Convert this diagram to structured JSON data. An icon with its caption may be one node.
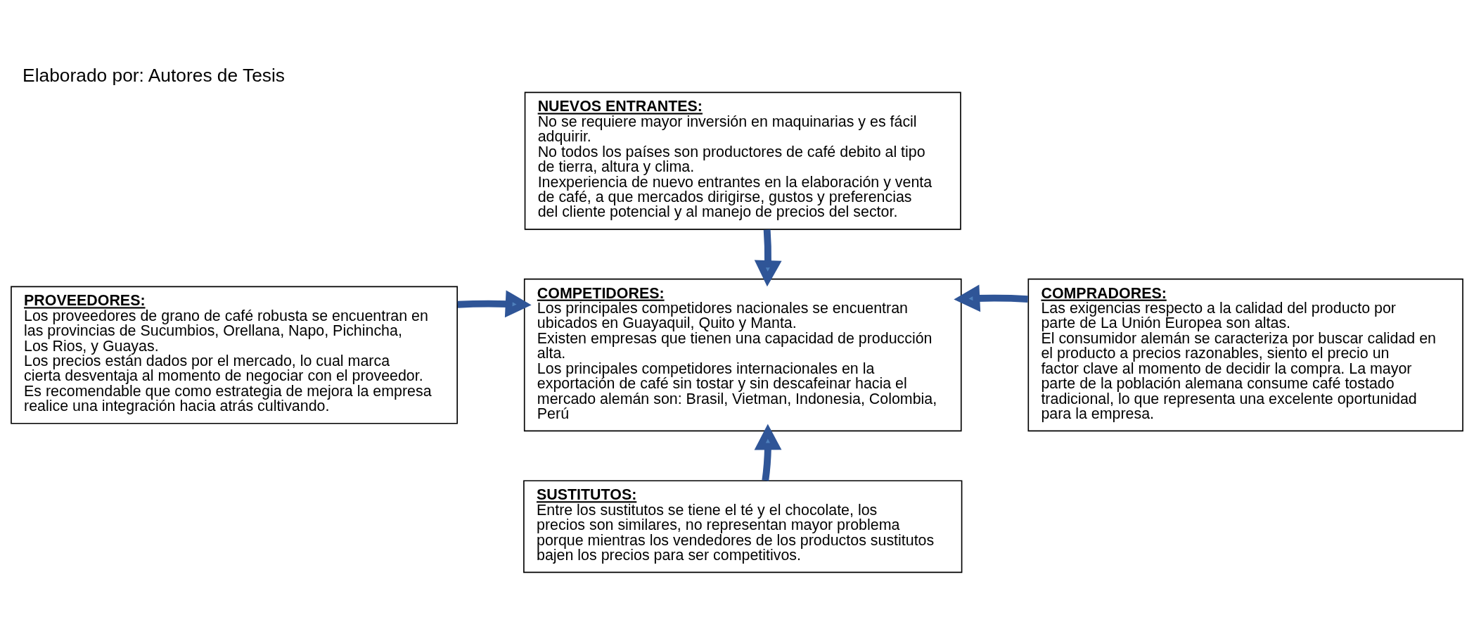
{
  "diagram": {
    "caption": "Elaborado por: Autores de Tesis",
    "nodes": [
      {
        "text": [
          "NUEVOS ENTRANTES:",
          "No se requiere mayor inversión en maquinarias y es fácil adquirir.",
          "No todos los países son productores de café debito al tipo de tierra, altura y clima.",
          "Inexperiencia de nuevo entrantes en la elaboración y venta de café, a que mercados dirigirse, gustos y preferencias del cliente potencial y al manejo de precios del sector."
        ]
      },
      {
        "text": [
          "PROVEEDORES:",
          "Los proveedores de grano de café robusta se encuentran en las provincias de Sucumbios, Orellana, Napo, Pichincha, Los Rios, y Guayas.",
          "Los precios están dados por el mercado, lo cual marca cierta desventaja al momento de negociar con el proveedor. Es recomendable que como estrategia de mejora la empresa realice una integración hacia atrás cultivando."
        ]
      },
      {
        "text": [
          "COMPETIDORES:",
          "Los principales competidores nacionales se encuentran ubicados en Guayaquil, Quito y Manta.",
          "Existen empresas que tienen una capacidad de producción alta.",
          "Los principales competidores internacionales en la exportación de café sin tostar y sin descafeinar hacia el mercado alemán son: Brasil, Vietman, Indonesia, Colombia, Perú"
        ]
      },
      {
        "text": [
          "COMPRADORES:",
          "Las exigencias respecto a la calidad del producto por parte de La Unión Europea son altas.",
          "El consumidor alemán se caracteriza por buscar calidad en el producto a precios razonables, siento el precio un factor clave al momento de decidir la compra. La mayor parte de la población alemana consume café tostado tradicional, lo que representa una excelente oportunidad para la empresa."
        ]
      },
      {
        "text": [
          "SUSTITUTOS:",
          "Entre los sustitutos se tiene el té y el chocolate, los precios son similares, no representan mayor problema porque mientras los vendedores de los productos sustitutos bajen los precios para ser competitivos."
        ]
      }
    ],
    "edges": [
      {
        "from": 0,
        "to": 2,
        "arrow": "to"
      },
      {
        "from": 1,
        "to": 2,
        "arrow": "to"
      },
      {
        "from": 3,
        "to": 2,
        "arrow": "to"
      },
      {
        "from": 4,
        "to": 2,
        "arrow": "to"
      }
    ]
  }
}
